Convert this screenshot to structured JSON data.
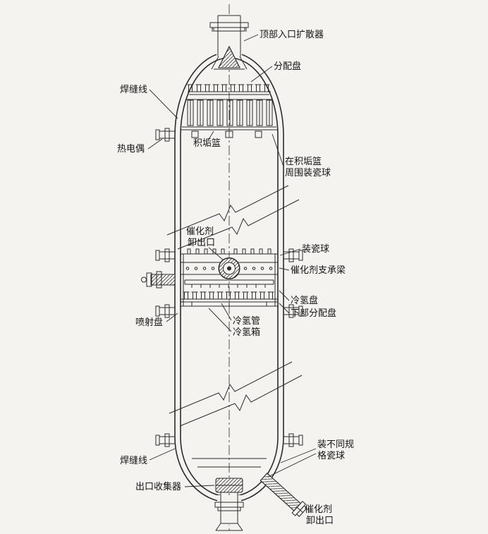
{
  "figure": {
    "type": "engineering-diagram",
    "subject": "fixed-bed hydroprocessing reactor vessel cutaway",
    "background_color": "#f5f3ef",
    "line_color": "#2b2b2b"
  },
  "labels": {
    "top_inlet_diffuser": "顶部入口扩散器",
    "distribution_tray": "分配盘",
    "weld_seam_top": "焊缝线",
    "thermocouple": "热电偶",
    "scale_basket": "积垢篮",
    "balls_around_basket_1": "在积垢篮",
    "balls_around_basket_2": "周围装瓷球",
    "catalyst_unload_mid_1": "催化剂",
    "catalyst_unload_mid_2": "卸出口",
    "load_porcelain_balls": "装瓷球",
    "catalyst_support_beam": "催化剂支承梁",
    "quench_tray": "冷氢盘",
    "lower_distribution_tray": "下部分配盘",
    "spray_tray": "喷射盘",
    "quench_pipe": "冷氢管",
    "quench_box": "冷氢箱",
    "weld_seam_bottom": "焊缝线",
    "outlet_collector": "出口收集器",
    "graded_balls_1": "装不同规",
    "graded_balls_2": "格瓷球",
    "catalyst_unload_bottom_1": "催化剂",
    "catalyst_unload_bottom_2": "卸出口"
  }
}
